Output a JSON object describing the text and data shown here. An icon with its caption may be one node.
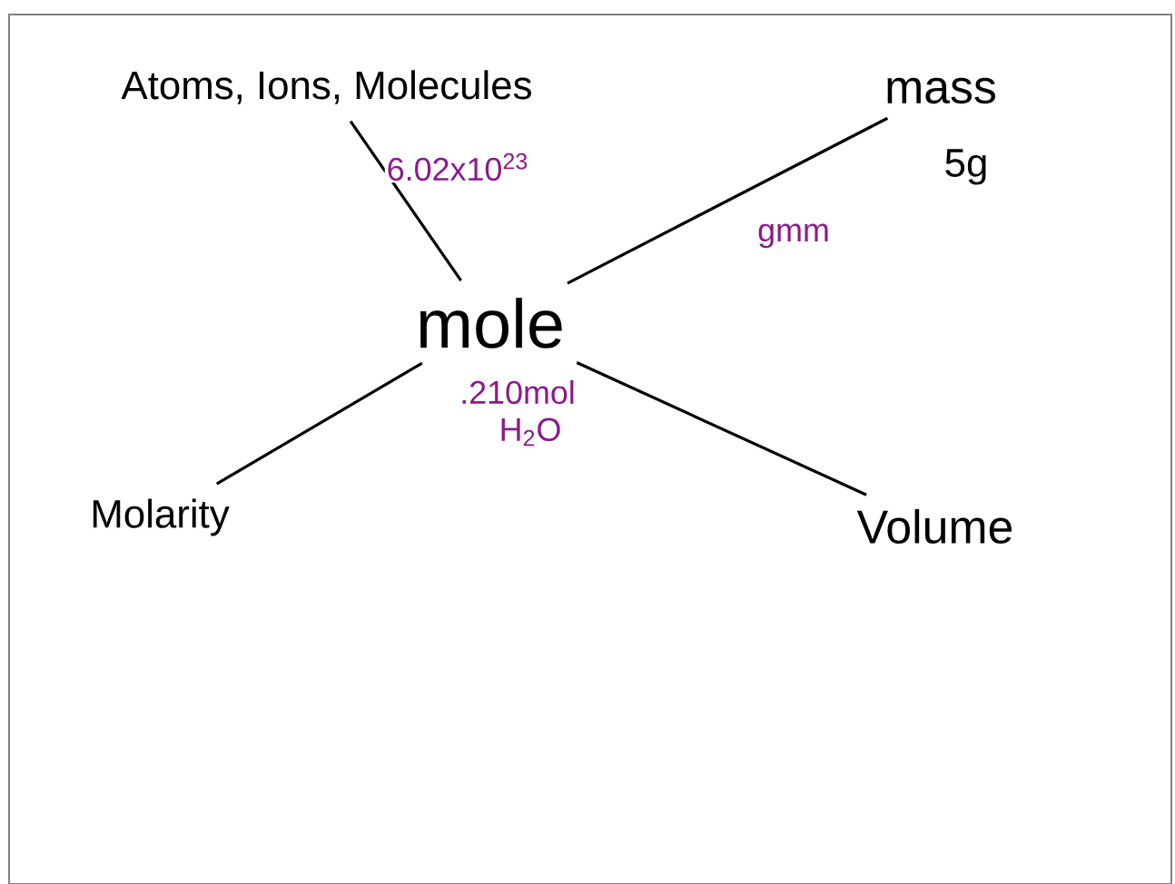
{
  "diagram": {
    "nodes": [
      {
        "text": [
          "Atoms, Ions, Molecules"
        ]
      },
      {
        "text": [
          "mass"
        ],
        "beside": [
          "5g"
        ]
      },
      {
        "text": [
          "mole"
        ],
        "beside": [
          ".210mol",
          "H$_{2}$O"
        ]
      },
      {
        "text": [
          "Molarity"
        ]
      },
      {
        "text": [
          "Volume"
        ]
      }
    ],
    "edges": [
      {
        "from": 2,
        "to": 0,
        "arrow": "none",
        "label": "6.02x10$^{23}$"
      },
      {
        "from": 2,
        "to": 1,
        "arrow": "none",
        "label": "gmm"
      },
      {
        "from": 2,
        "to": 3,
        "arrow": "none"
      },
      {
        "from": 2,
        "to": 4,
        "arrow": "none"
      }
    ]
  }
}
